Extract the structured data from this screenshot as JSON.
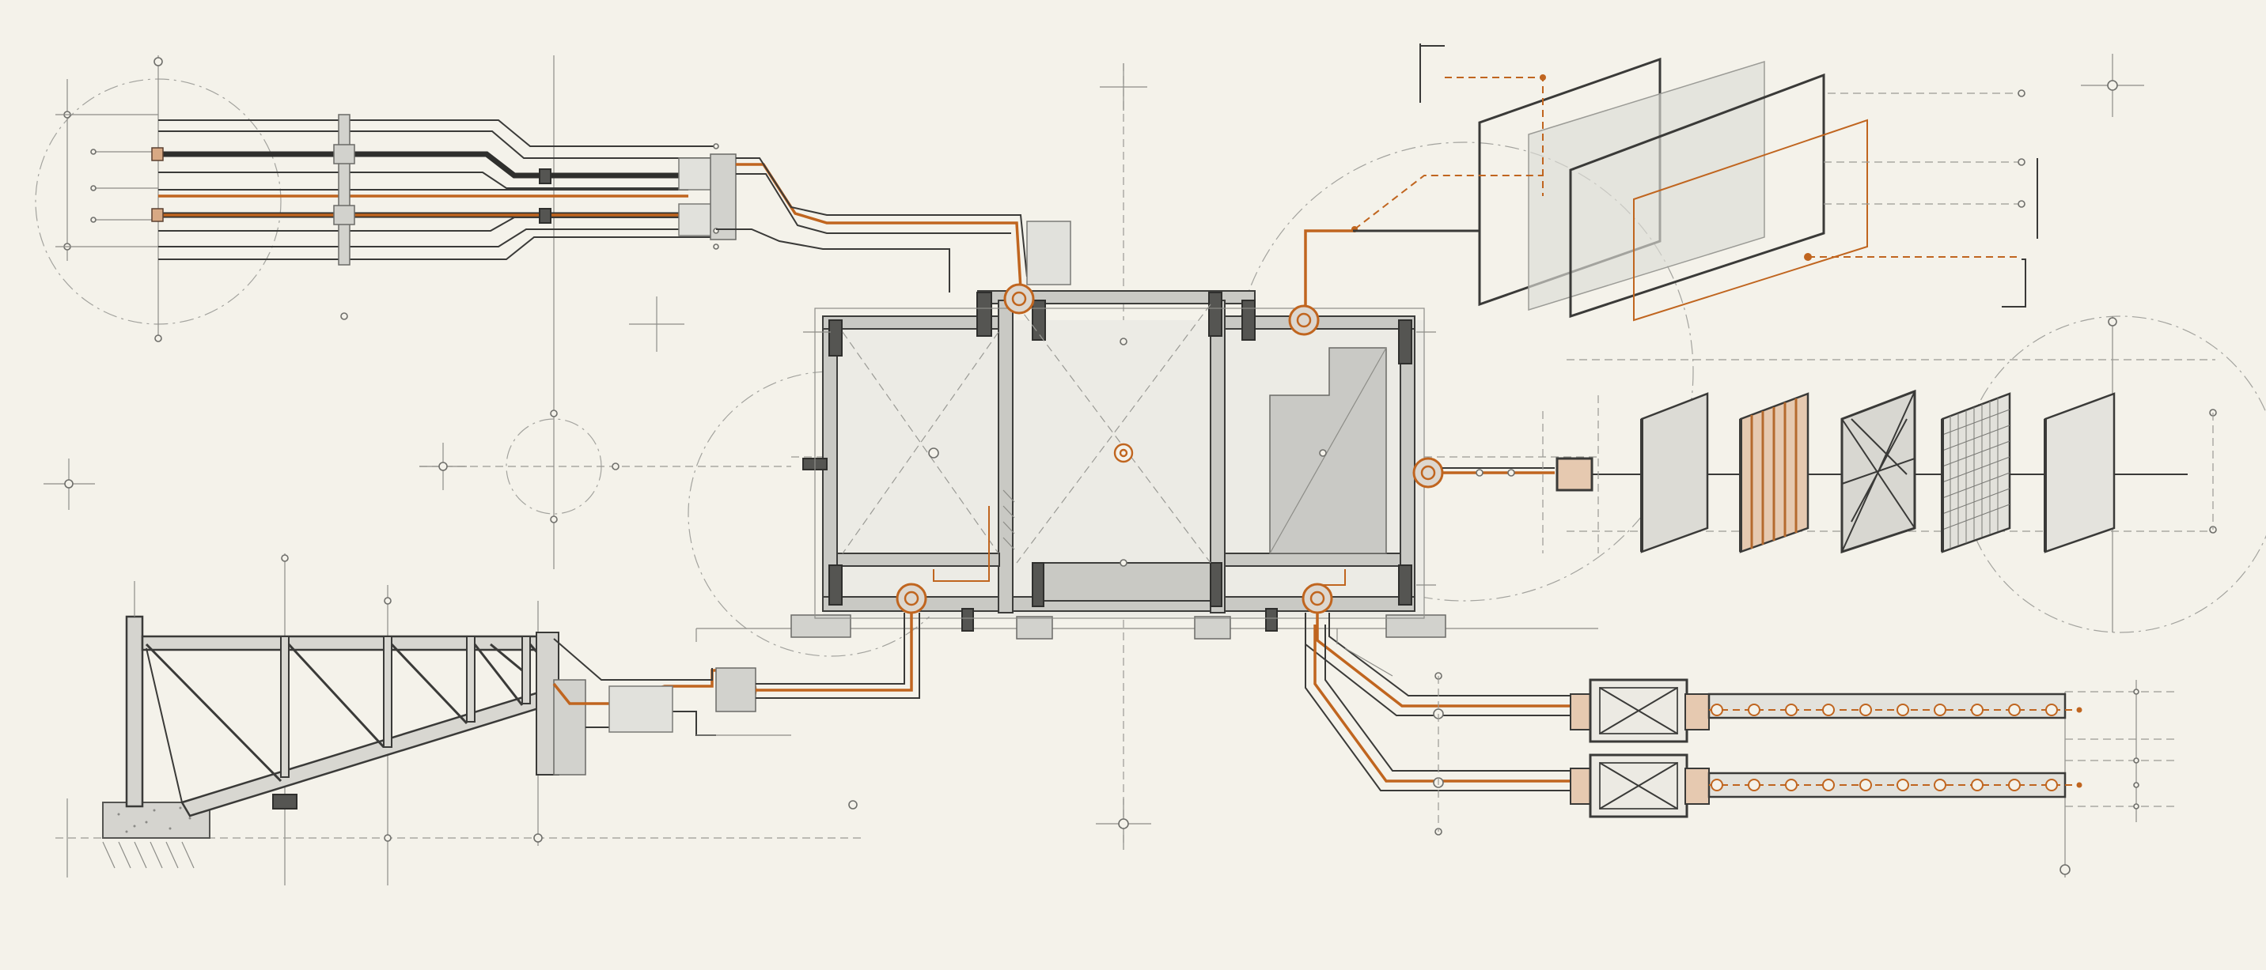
{
  "palette": {
    "background": "#f4f2ea",
    "ink": "#3a3a38",
    "accent_orange": "#c0651f",
    "fill_grey": "#d2d2cd"
  },
  "components": [
    "pipe-bundle-top-left",
    "central-building-plan",
    "layered-glass-panels",
    "filter-panel-sequence",
    "truss-bridge",
    "duct-runs-bottom-right"
  ]
}
